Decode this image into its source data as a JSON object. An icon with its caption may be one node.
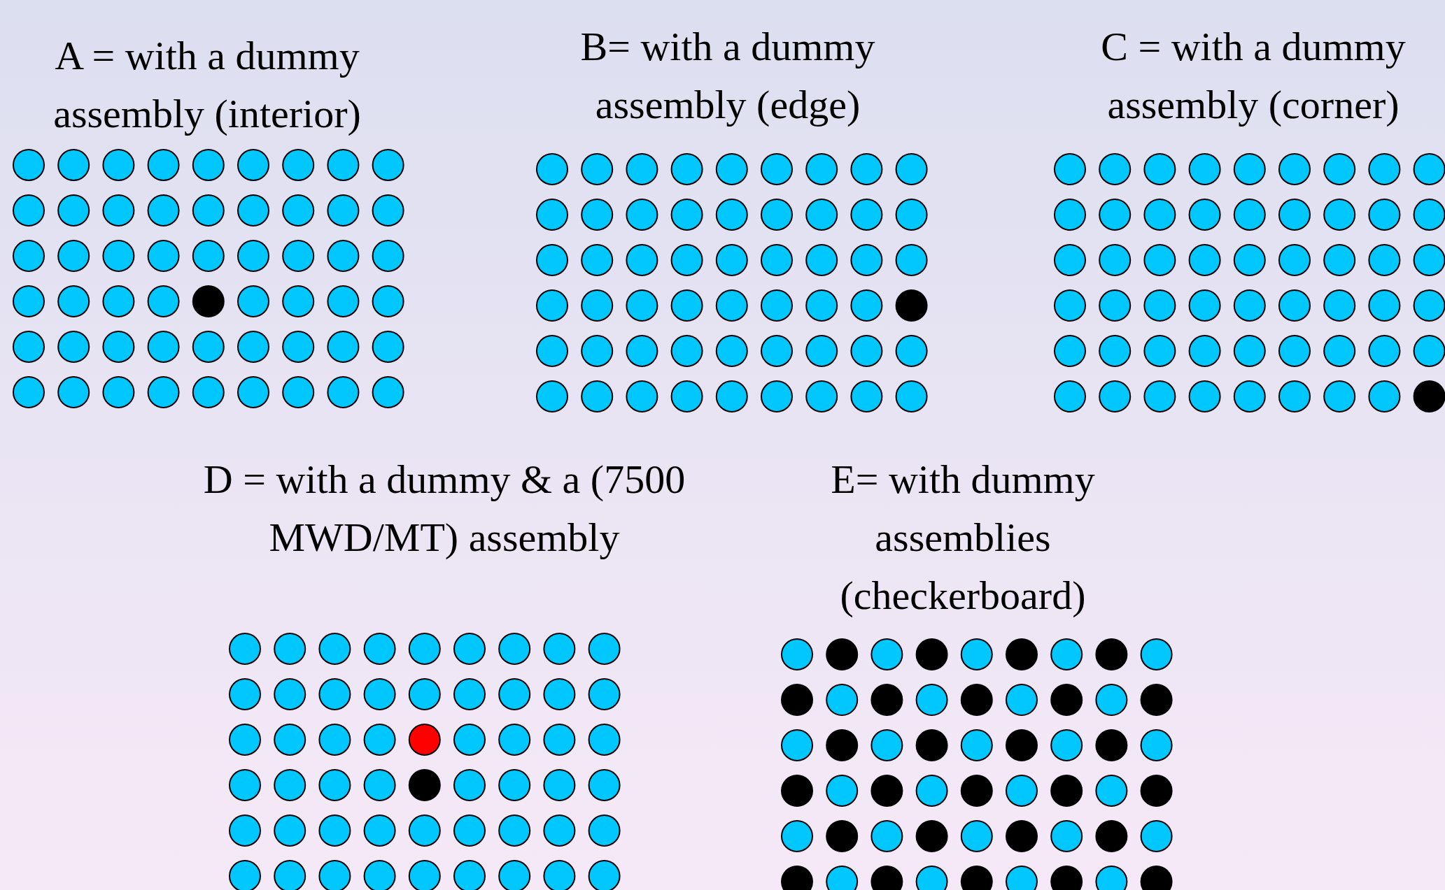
{
  "diagram": {
    "labels": [
      "A = with a dummy assembly (interior)",
      "B= with a dummy assembly (edge)",
      "C = with a dummy assembly (corner)",
      "D = with a dummy & a (7500 MWD/MT) assembly",
      "E= with dummy assemblies (checkerboard)"
    ]
  }
}
